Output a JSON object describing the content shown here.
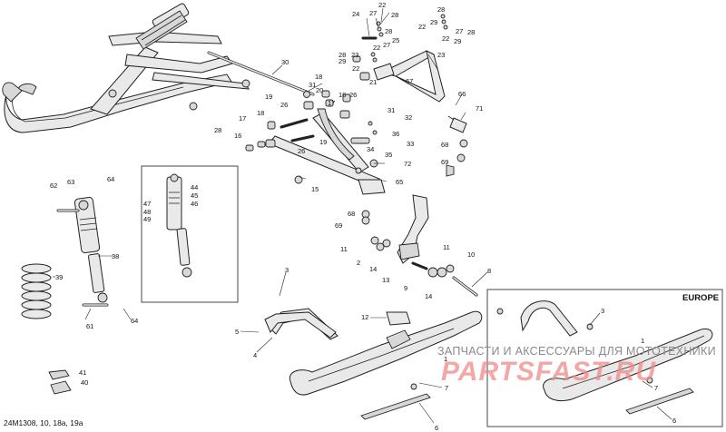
{
  "diagram": {
    "reference": "24M1308, 10, 18a, 19a",
    "region_label": "EUROPE",
    "watermark_text": "ЗАПЧАСТИ И АКСЕССУАРЫ ДЛЯ МОТОТЕХНИКИ",
    "watermark_logo": "PARTSFAST.RU",
    "callouts": [
      "1",
      "2",
      "3",
      "4",
      "5",
      "6",
      "7",
      "8",
      "9",
      "10",
      "11",
      "12",
      "13",
      "14",
      "15",
      "16",
      "17",
      "18",
      "19",
      "20",
      "21",
      "22",
      "23",
      "24",
      "25",
      "26",
      "27",
      "28",
      "29",
      "30",
      "31",
      "32",
      "33",
      "34",
      "35",
      "36",
      "38",
      "39",
      "40",
      "41",
      "44",
      "45",
      "46",
      "47",
      "48",
      "49",
      "61",
      "62",
      "63",
      "64",
      "65",
      "66",
      "67",
      "68",
      "69",
      "71",
      "72"
    ]
  }
}
